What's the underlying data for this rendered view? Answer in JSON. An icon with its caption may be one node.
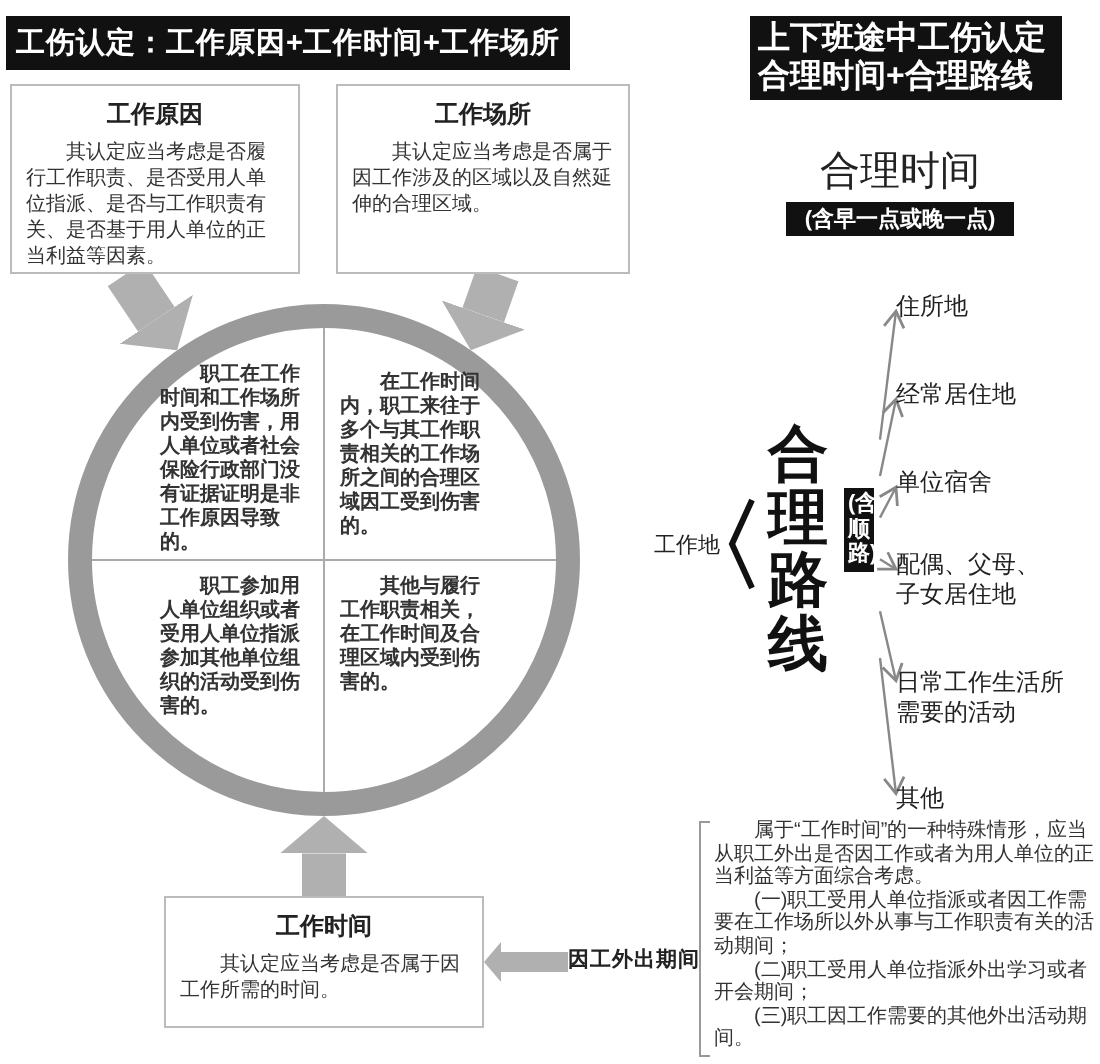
{
  "diagram": {
    "title": "工伤认定：工作原因+工作时间+工作场所",
    "nodes": [
      {
        "text": [
          "工作原因",
          "其认定应当考虑是否履行工作职责、是否受用人单位指派、是否与工作职责有关、是否基于用人单位的正当利益等因素。"
        ]
      },
      {
        "text": [
          "工作场所",
          "其认定应当考虑是否属于因工作涉及的区域以及自然延伸的合理区域。"
        ]
      },
      {
        "text": [],
        "shape": "circle"
      },
      {
        "text": [
          "职工在工作时间和工作场所内受到伤害，用人单位或者社会保险行政部门没有证据证明是非工作原因导致的。"
        ],
        "in": 2
      },
      {
        "text": [
          "在工作时间内，职工来往于多个与其工作职责相关的工作场所之间的合理区域因工受到伤害的。"
        ],
        "in": 2
      },
      {
        "text": [
          "职工参加用人单位组织或者受用人单位指派参加其他单位组织的活动受到伤害的。"
        ],
        "in": 2
      },
      {
        "text": [
          "其他与履行工作职责相关，在工作时间及合理区域内受到伤害的。"
        ],
        "in": 2
      },
      {
        "text": [
          "工作时间",
          "其认定应当考虑是否属于因工作所需的时间。"
        ]
      },
      {
        "text": [
          "因工外出期间"
        ]
      },
      {
        "text": [
          "合理路线",
          "(含顺路)"
        ]
      },
      {
        "text": [
          "住所地"
        ]
      },
      {
        "text": [
          "经常居住地"
        ]
      },
      {
        "text": [
          "单位宿舍"
        ]
      },
      {
        "text": [
          "配偶、父母、子女居住地"
        ]
      },
      {
        "text": [
          "日常工作生活所需要的活动"
        ]
      },
      {
        "text": [
          "其他"
        ]
      }
    ],
    "edges": [
      {
        "from": 0,
        "to": 2,
        "arrow": "to",
        "style": "thick",
        "color": "#b0b0b0"
      },
      {
        "from": 1,
        "to": 2,
        "arrow": "to",
        "style": "thick",
        "color": "#b0b0b0"
      },
      {
        "from": 7,
        "to": 2,
        "arrow": "to",
        "style": "thick",
        "color": "#b0b0b0"
      },
      {
        "from": 8,
        "to": 7,
        "arrow": "to",
        "style": "thick",
        "color": "#b0b0b0"
      },
      {
        "from": 9,
        "to": 10,
        "arrow": "to"
      },
      {
        "from": 9,
        "to": 11,
        "arrow": "to"
      },
      {
        "from": 9,
        "to": 12,
        "arrow": "to"
      },
      {
        "from": 9,
        "to": 13,
        "arrow": "to"
      },
      {
        "from": 9,
        "to": 14,
        "arrow": "to"
      },
      {
        "from": 9,
        "to": 15,
        "arrow": "to"
      }
    ],
    "labels": [
      "上下班途中工伤认定合理时间+合理路线",
      "合理时间",
      "(含早一点或晚一点)",
      "工作地",
      "属于“工作时间”的一种特殊情形，应当从职工外出是否因工作或者为用人单位的正当利益等方面综合考虑。",
      "(一)职工受用人单位指派或者因工作需要在工作场所以外从事与工作职责有关的活动期间；",
      "(二)职工受用人单位指派外出学习或者开会期间；",
      "(三)职工因工作需要的其他外出活动期间。"
    ]
  }
}
